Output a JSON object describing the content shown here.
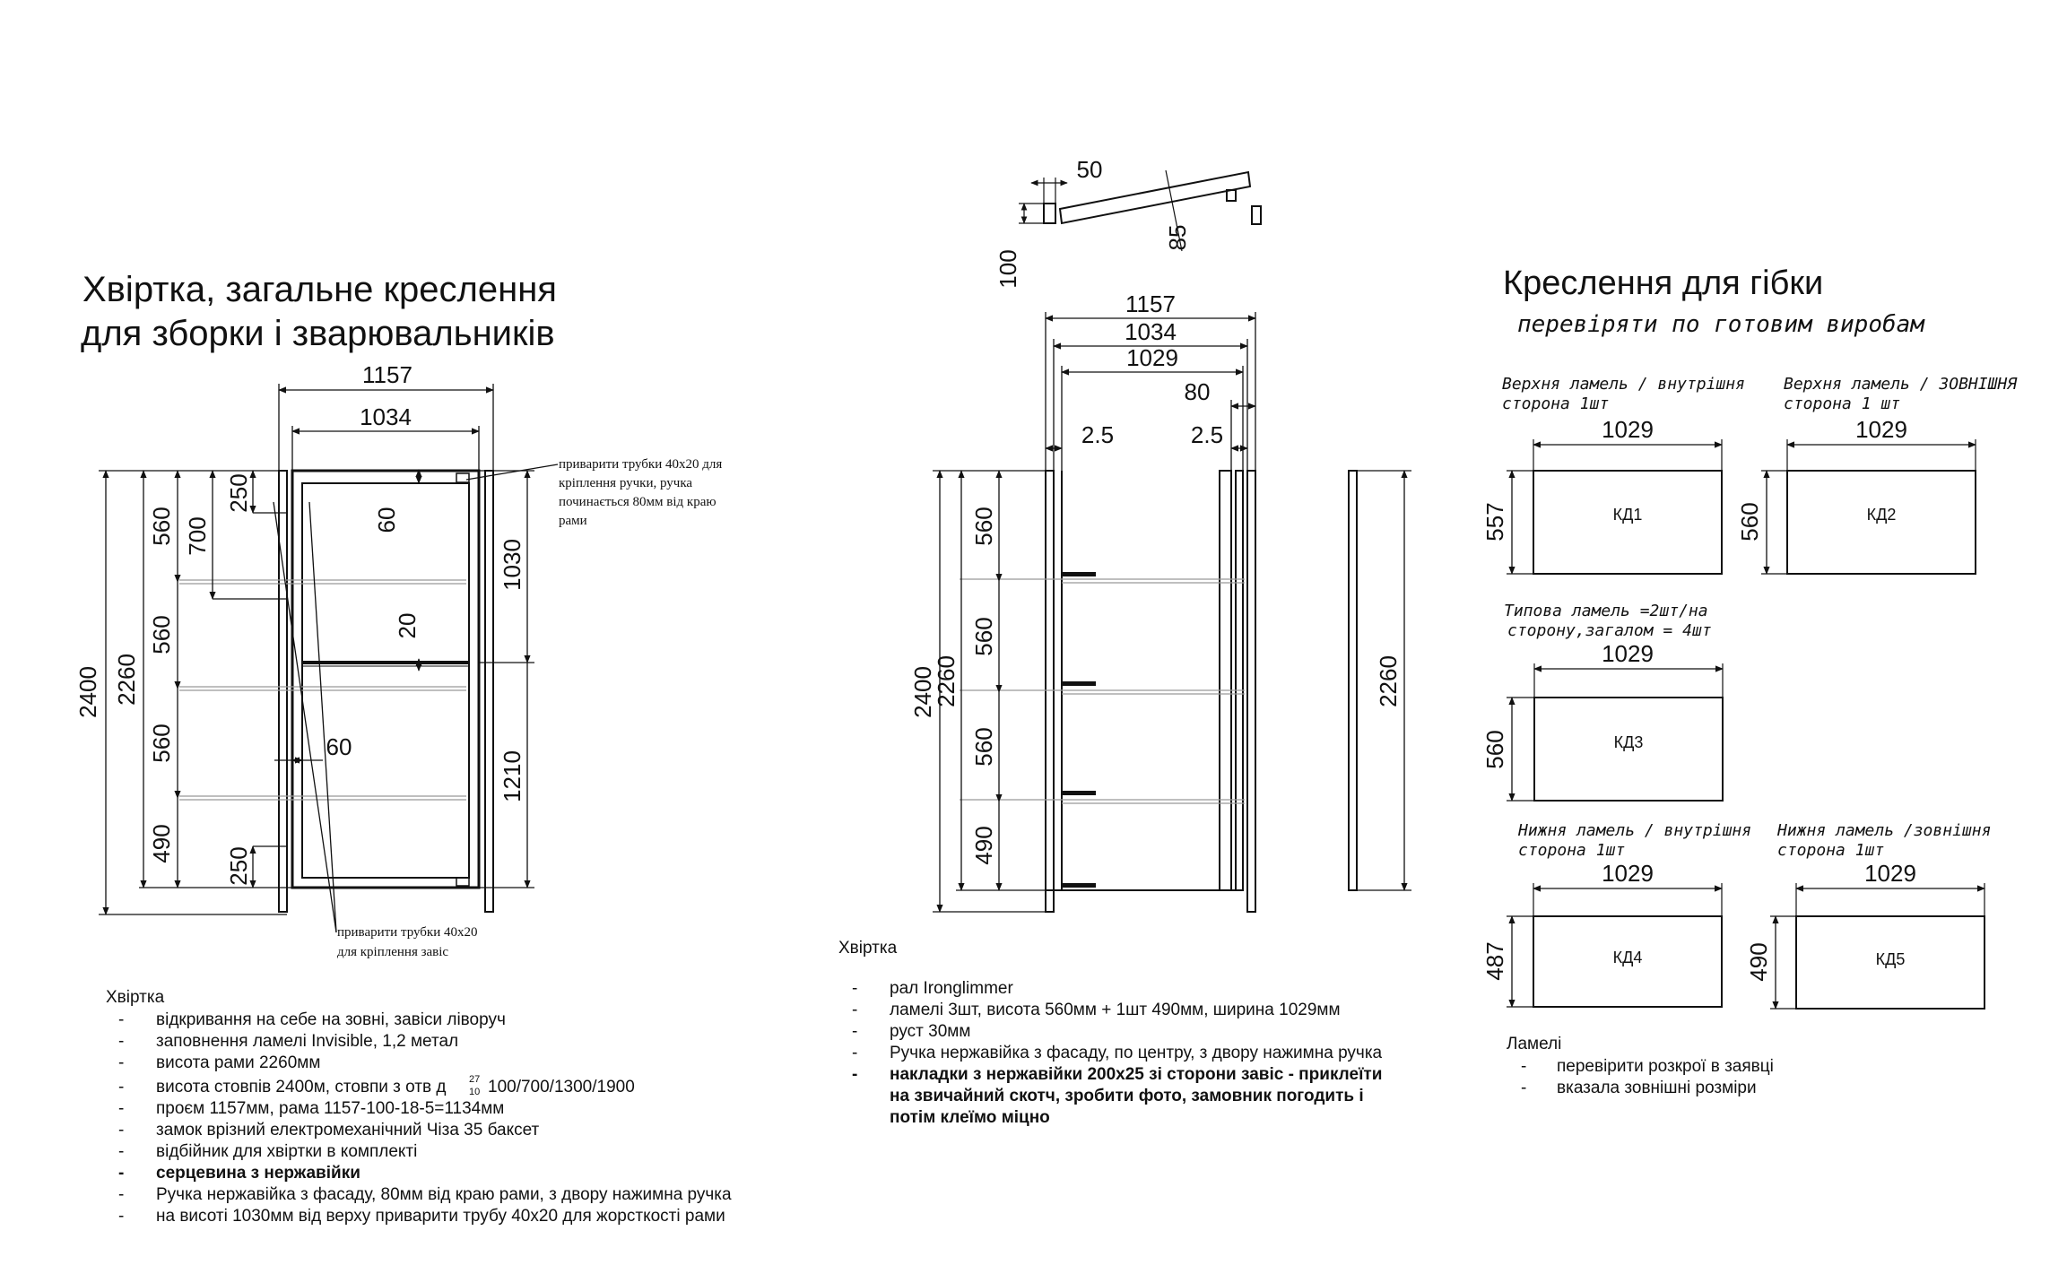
{
  "left": {
    "title_line1": "Хвіртка, загальне креслення",
    "title_line2": "для зборки і зварювальників",
    "dims": {
      "w_total": "1157",
      "w_inner": "1034",
      "h_total": "2400",
      "h_frame": "2260",
      "h_560a": "560",
      "h_560b": "560",
      "h_560c": "560",
      "h_490": "490",
      "h_700": "700",
      "h_250_top": "250",
      "h_250_bot": "250",
      "h_1030": "1030",
      "h_1210": "1210",
      "d_60_top": "60",
      "d_20": "20",
      "d_60_side": "60"
    },
    "callout_top": [
      "приварити трубки 40х20 для",
      "кріплення ручки, ручка",
      "починається 80мм від краю",
      "рами"
    ],
    "callout_bottom": [
      "приварити трубки 40х20",
      "для кріплення завіс"
    ],
    "notes_title": "Хвіртка",
    "notes": [
      {
        "text": "відкривання на себе на зовні, завіси ліворуч",
        "bold": false
      },
      {
        "text": "заповнення ламелі Invisible, 1,2 метал",
        "bold": false
      },
      {
        "text": "висота рами 2260мм",
        "bold": false
      },
      {
        "text": "висота стовпів 2400м, стовпи з отв д",
        "bold": false
      },
      {
        "text": "проєм 1157мм, рама 1157-100-18-5=1134мм",
        "bold": false
      },
      {
        "text": "замок врізний електромеханічний Чіза 35 баксет",
        "bold": false
      },
      {
        "text": "відбійник для хвіртки в комплекті",
        "bold": false
      },
      {
        "text": "серцевина з нержавійки",
        "bold": true
      },
      {
        "text": "Ручка нержавійка з фасаду, 80мм від краю рами, з двору нажимна ручка",
        "bold": false
      },
      {
        "text": "на висоті 1030мм від верху приварити трубу 40х20 для жорсткості рами",
        "bold": false
      }
    ],
    "note4_frac_top": "27",
    "note4_frac_bot": "10",
    "note4_tail": "100/700/1300/1900"
  },
  "middle": {
    "top_dims": {
      "d50": "50",
      "d100": "100",
      "d85": "85"
    },
    "dims": {
      "w_total": "1157",
      "w_1034": "1034",
      "w_1029": "1029",
      "d80": "80",
      "d25_left": "2.5",
      "d25_right": "2.5",
      "h_total": "2400",
      "h_frame": "2260",
      "h_560a": "560",
      "h_560b": "560",
      "h_560c": "560",
      "h_490": "490",
      "side_2260": "2260"
    },
    "notes_title": "Хвіртка",
    "notes": [
      {
        "text": "рал Ironglimmer",
        "bold": false
      },
      {
        "text": "ламелі 3шт, висота 560мм + 1шт 490мм, ширина 1029мм",
        "bold": false
      },
      {
        "text": "руст 30мм",
        "bold": false
      },
      {
        "text": "Ручка нержавійка з фасаду, по центру, з двору нажимна ручка",
        "bold": false
      },
      {
        "text": "накладки з нержавійки 200х25 зі сторони завіс - приклеїти",
        "bold": true
      }
    ],
    "notes_cont": [
      "на звичайний скотч, зробити фото, замовник погодить і",
      "потім клеїмо міцно"
    ]
  },
  "right": {
    "title": "Креслення для гібки",
    "subtitle": "перевіряти по готовим виробам",
    "panels": [
      {
        "caption1": "Верхня ламель / внутрішня",
        "caption2": "сторона 1шт",
        "width": "1029",
        "height": "557",
        "label": "КД1"
      },
      {
        "caption1": "Верхня ламель / ЗОВНІШНЯ",
        "caption2": "сторона 1  шт",
        "width": "1029",
        "height": "560",
        "label": "КД2"
      },
      {
        "caption1": "Типова ламель =2шт/на",
        "caption2": "сторону,загалом = 4шт",
        "width": "1029",
        "height": "560",
        "label": "КД3"
      },
      {
        "caption1": "Нижня ламель / внутрішня",
        "caption2": "сторона 1шт",
        "width": "1029",
        "height": "487",
        "label": "КД4"
      },
      {
        "caption1": "Нижня ламель /зовнішня",
        "caption2": "сторона 1шт",
        "width": "1029",
        "height": "490",
        "label": "КД5"
      }
    ],
    "notes_title": "Ламелі",
    "notes": [
      "перевірити розкрої в заявці",
      "вказала зовнішні розміри"
    ]
  },
  "dash": "-"
}
